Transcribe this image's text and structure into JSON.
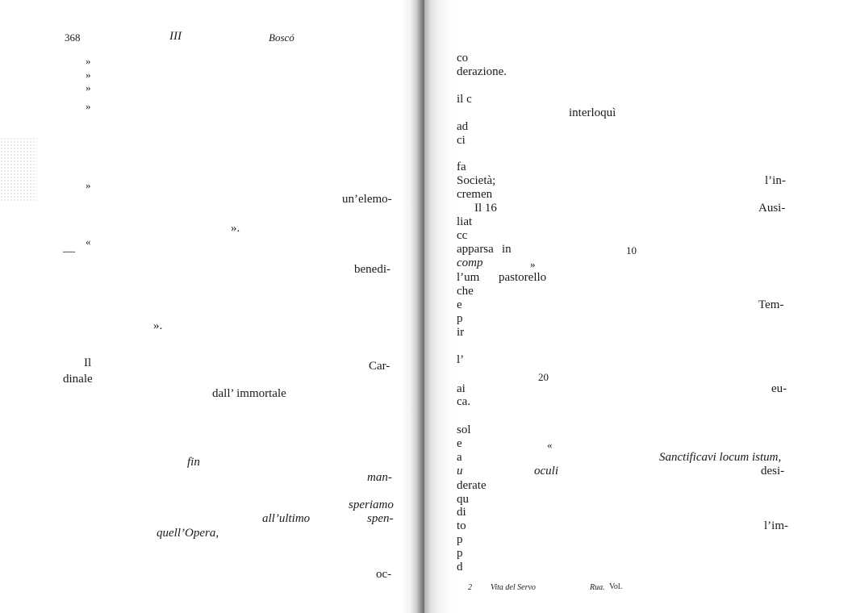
{
  "left_page": {
    "running_head": {
      "page_number": "368",
      "roman": "III",
      "name": "Boscó"
    },
    "fragments": {
      "quote_1": "»",
      "quote_2": "»",
      "quote_3": "»",
      "quote_4": "»",
      "quote_5": "»",
      "elemo": "un’elemo-",
      "close_quote_dot_1": "».",
      "open_quote": "«",
      "dash": "—",
      "benedi": "benedi-",
      "close_quote_dot_2": "».",
      "il": "Il",
      "car": "Car-",
      "dinale": "dinale",
      "dall_immortale": "dall’ immortale",
      "fin": "fin",
      "man": "man-",
      "speriamo": "speriamo",
      "all_ultimo": "all’ultimo",
      "spen": "spen-",
      "quell_opera": "quell’Opera,",
      "oc": "oc-"
    }
  },
  "right_page": {
    "fragments": {
      "co": "co",
      "derazione": "derazione.",
      "il_c": "il c",
      "interloqui": "interloquì",
      "ad": "ad",
      "ci": "ci",
      "fa": "fa",
      "societa": "Società;",
      "l_in": "l’in-",
      "incremen": "cremen",
      "il_16": "Il 16",
      "ausi": "Ausi-",
      "liat": "liat",
      "cc": "cc",
      "apparsa": "apparsa",
      "in": "in",
      "line_10": "10",
      "comp": "comp",
      "close_quote": "»",
      "l_um": "l’um",
      "pastorello": "pastorello",
      "che": "che",
      "e_1": "e",
      "tem": "Tem-",
      "p_1": "p",
      "ir": "ir",
      "l_apos": "l’",
      "line_20": "20",
      "ai": "ai",
      "eu": "eu-",
      "ca": "ca.",
      "sol": "sol",
      "e_2": "e",
      "open_quote": "«",
      "a": "a",
      "sanctificavi": "Sanctificavi locum istum,",
      "u": "u",
      "oculi": "oculi",
      "desi": "desi-",
      "derate": "derate",
      "qu": "qu",
      "di": "di",
      "to": "to",
      "l_im": "l’im-",
      "p_2": "p",
      "p_3": "p",
      "d": "d"
    },
    "footnote": {
      "num": "2",
      "title": "Vita del Servo",
      "rua": "Rua.",
      "vol": "Vol."
    }
  }
}
